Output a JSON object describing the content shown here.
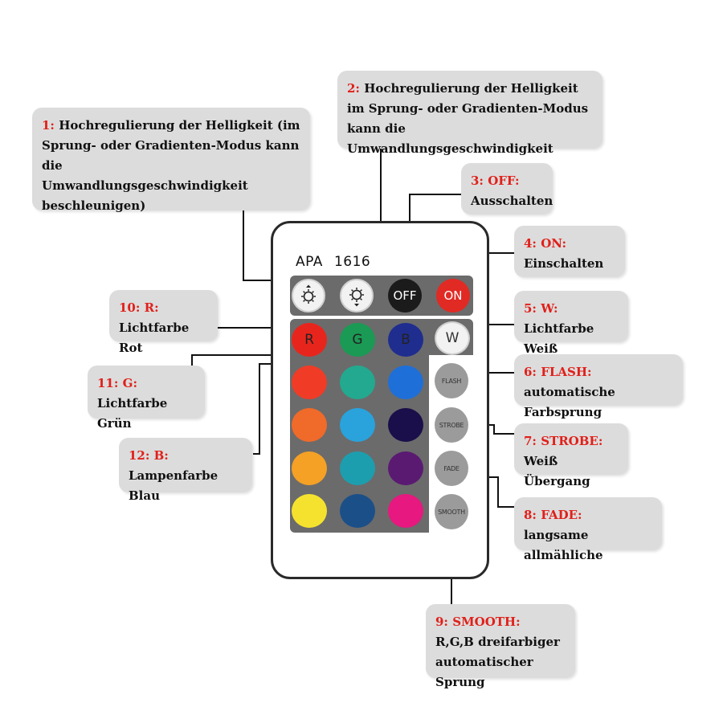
{
  "remote": {
    "brand": "APA",
    "model": "1616",
    "buttons": {
      "brightness_up_icon": "sun-up-icon",
      "brightness_down_icon": "sun-down-icon",
      "off": "OFF",
      "on": "ON",
      "r": "R",
      "g": "G",
      "b": "B",
      "w": "W",
      "flash": "FLASH",
      "strobe": "STROBE",
      "fade": "FADE",
      "smooth": "SMOOTH"
    },
    "colors": {
      "off_button": "#1b1b1b",
      "on_button": "#e12a23",
      "r_button": "#e8251d",
      "g_button": "#1a9a54",
      "b_button": "#1f2d8f",
      "w_button": "#f2f2f2",
      "mode_button": "#9b9b9b",
      "panel": "#6b6b6b",
      "grid": [
        [
          "#f03c26",
          "#23a98f",
          "#1f6fd8"
        ],
        [
          "#f06a2a",
          "#2aa2dc",
          "#1a0f4a"
        ],
        [
          "#f4a126",
          "#1d9eae",
          "#5a1a72"
        ],
        [
          "#f5e22e",
          "#1b4f88",
          "#e7187f"
        ]
      ]
    }
  },
  "callouts": [
    {
      "num": "1:",
      "text": " Hochregulierung der Helligkeit (im\nSprung- oder Gradienten-Modus kann die\nUmwandlungsgeschwindigkeit\nbeschleunigen)"
    },
    {
      "num": "2:",
      "text": " Hochregulierung der Helligkeit\nim Sprung- oder Gradienten-Modus\nkann die Umwandlungsgeschwindigkeit"
    },
    {
      "num": "3: OFF:",
      "text": "\nAusschalten"
    },
    {
      "num": "4:   ON:",
      "text": "\nEinschalten"
    },
    {
      "num": "5:   W:",
      "text": "\nLichtfarbe Weiß"
    },
    {
      "num": "6:  FLASH:",
      "text": "\nautomatische Farbsprung"
    },
    {
      "num": "7:  STROBE:",
      "text": "\nWeiß Übergang"
    },
    {
      "num": "8:  FADE:",
      "text": "\nlangsame allmähliche"
    },
    {
      "num": "9:  SMOOTH:",
      "text": "\nR,G,B dreifarbiger\nautomatischer Sprung"
    },
    {
      "num": "10:  R:",
      "text": "\nLichtfarbe Rot"
    },
    {
      "num": "11:  G:",
      "text": "\nLichtfarbe Grün"
    },
    {
      "num": "12:  B:",
      "text": "\nLampenfarbe Blau"
    }
  ]
}
